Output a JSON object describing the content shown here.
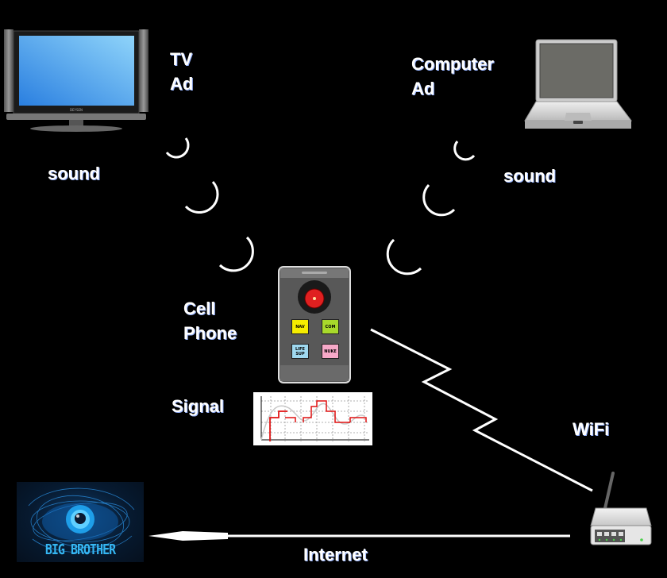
{
  "labels": {
    "tv_ad": [
      "TV",
      "Ad"
    ],
    "computer_ad": [
      "Computer",
      "Ad"
    ],
    "sound_left": "sound",
    "sound_right": "sound",
    "cell_phone": [
      "Cell",
      "Phone"
    ],
    "signal": "Signal",
    "wifi": "WiFi",
    "internet": "Internet"
  },
  "phone": {
    "buttons": [
      {
        "label": "NAV",
        "color": "#f5ec00"
      },
      {
        "label": "COM",
        "color": "#a8d92b"
      },
      {
        "label": "LIFE SUP",
        "color": "#9fd8ef"
      },
      {
        "label": "NUKE",
        "color": "#f7a9c8"
      }
    ],
    "light_color": "#e02020"
  },
  "tv": {
    "brand": "DEYSEN"
  },
  "logo": {
    "text": "BIG BROTHER"
  },
  "colors": {
    "background": "#000000",
    "line": "#ffffff",
    "signal_step": "#e01010",
    "signal_wave": "#c8c8c8",
    "router_led": "#4cd04c"
  }
}
